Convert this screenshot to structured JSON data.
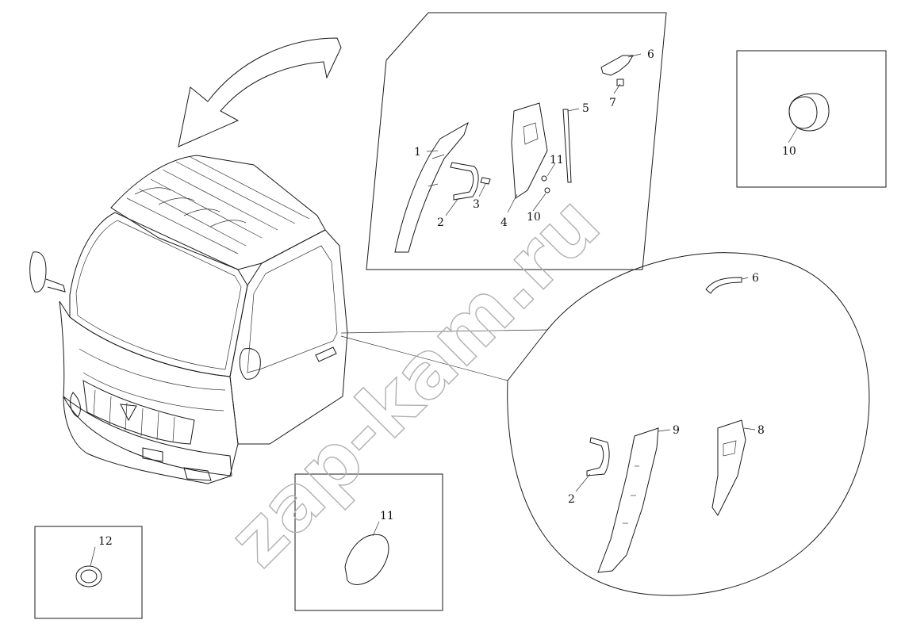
{
  "watermark": "zap-kam.ru",
  "callouts": {
    "c1": "1",
    "c2": "2",
    "c3": "3",
    "c4": "4",
    "c5": "5",
    "c6": "6",
    "c7": "7",
    "c10": "10",
    "c11": "11",
    "c6b": "6",
    "c8": "8",
    "c9": "9",
    "c2b": "2",
    "c10box": "10",
    "c11box": "11",
    "c12box": "12"
  },
  "icons": [
    "curved-arrow-icon",
    "truck-cab-icon"
  ]
}
